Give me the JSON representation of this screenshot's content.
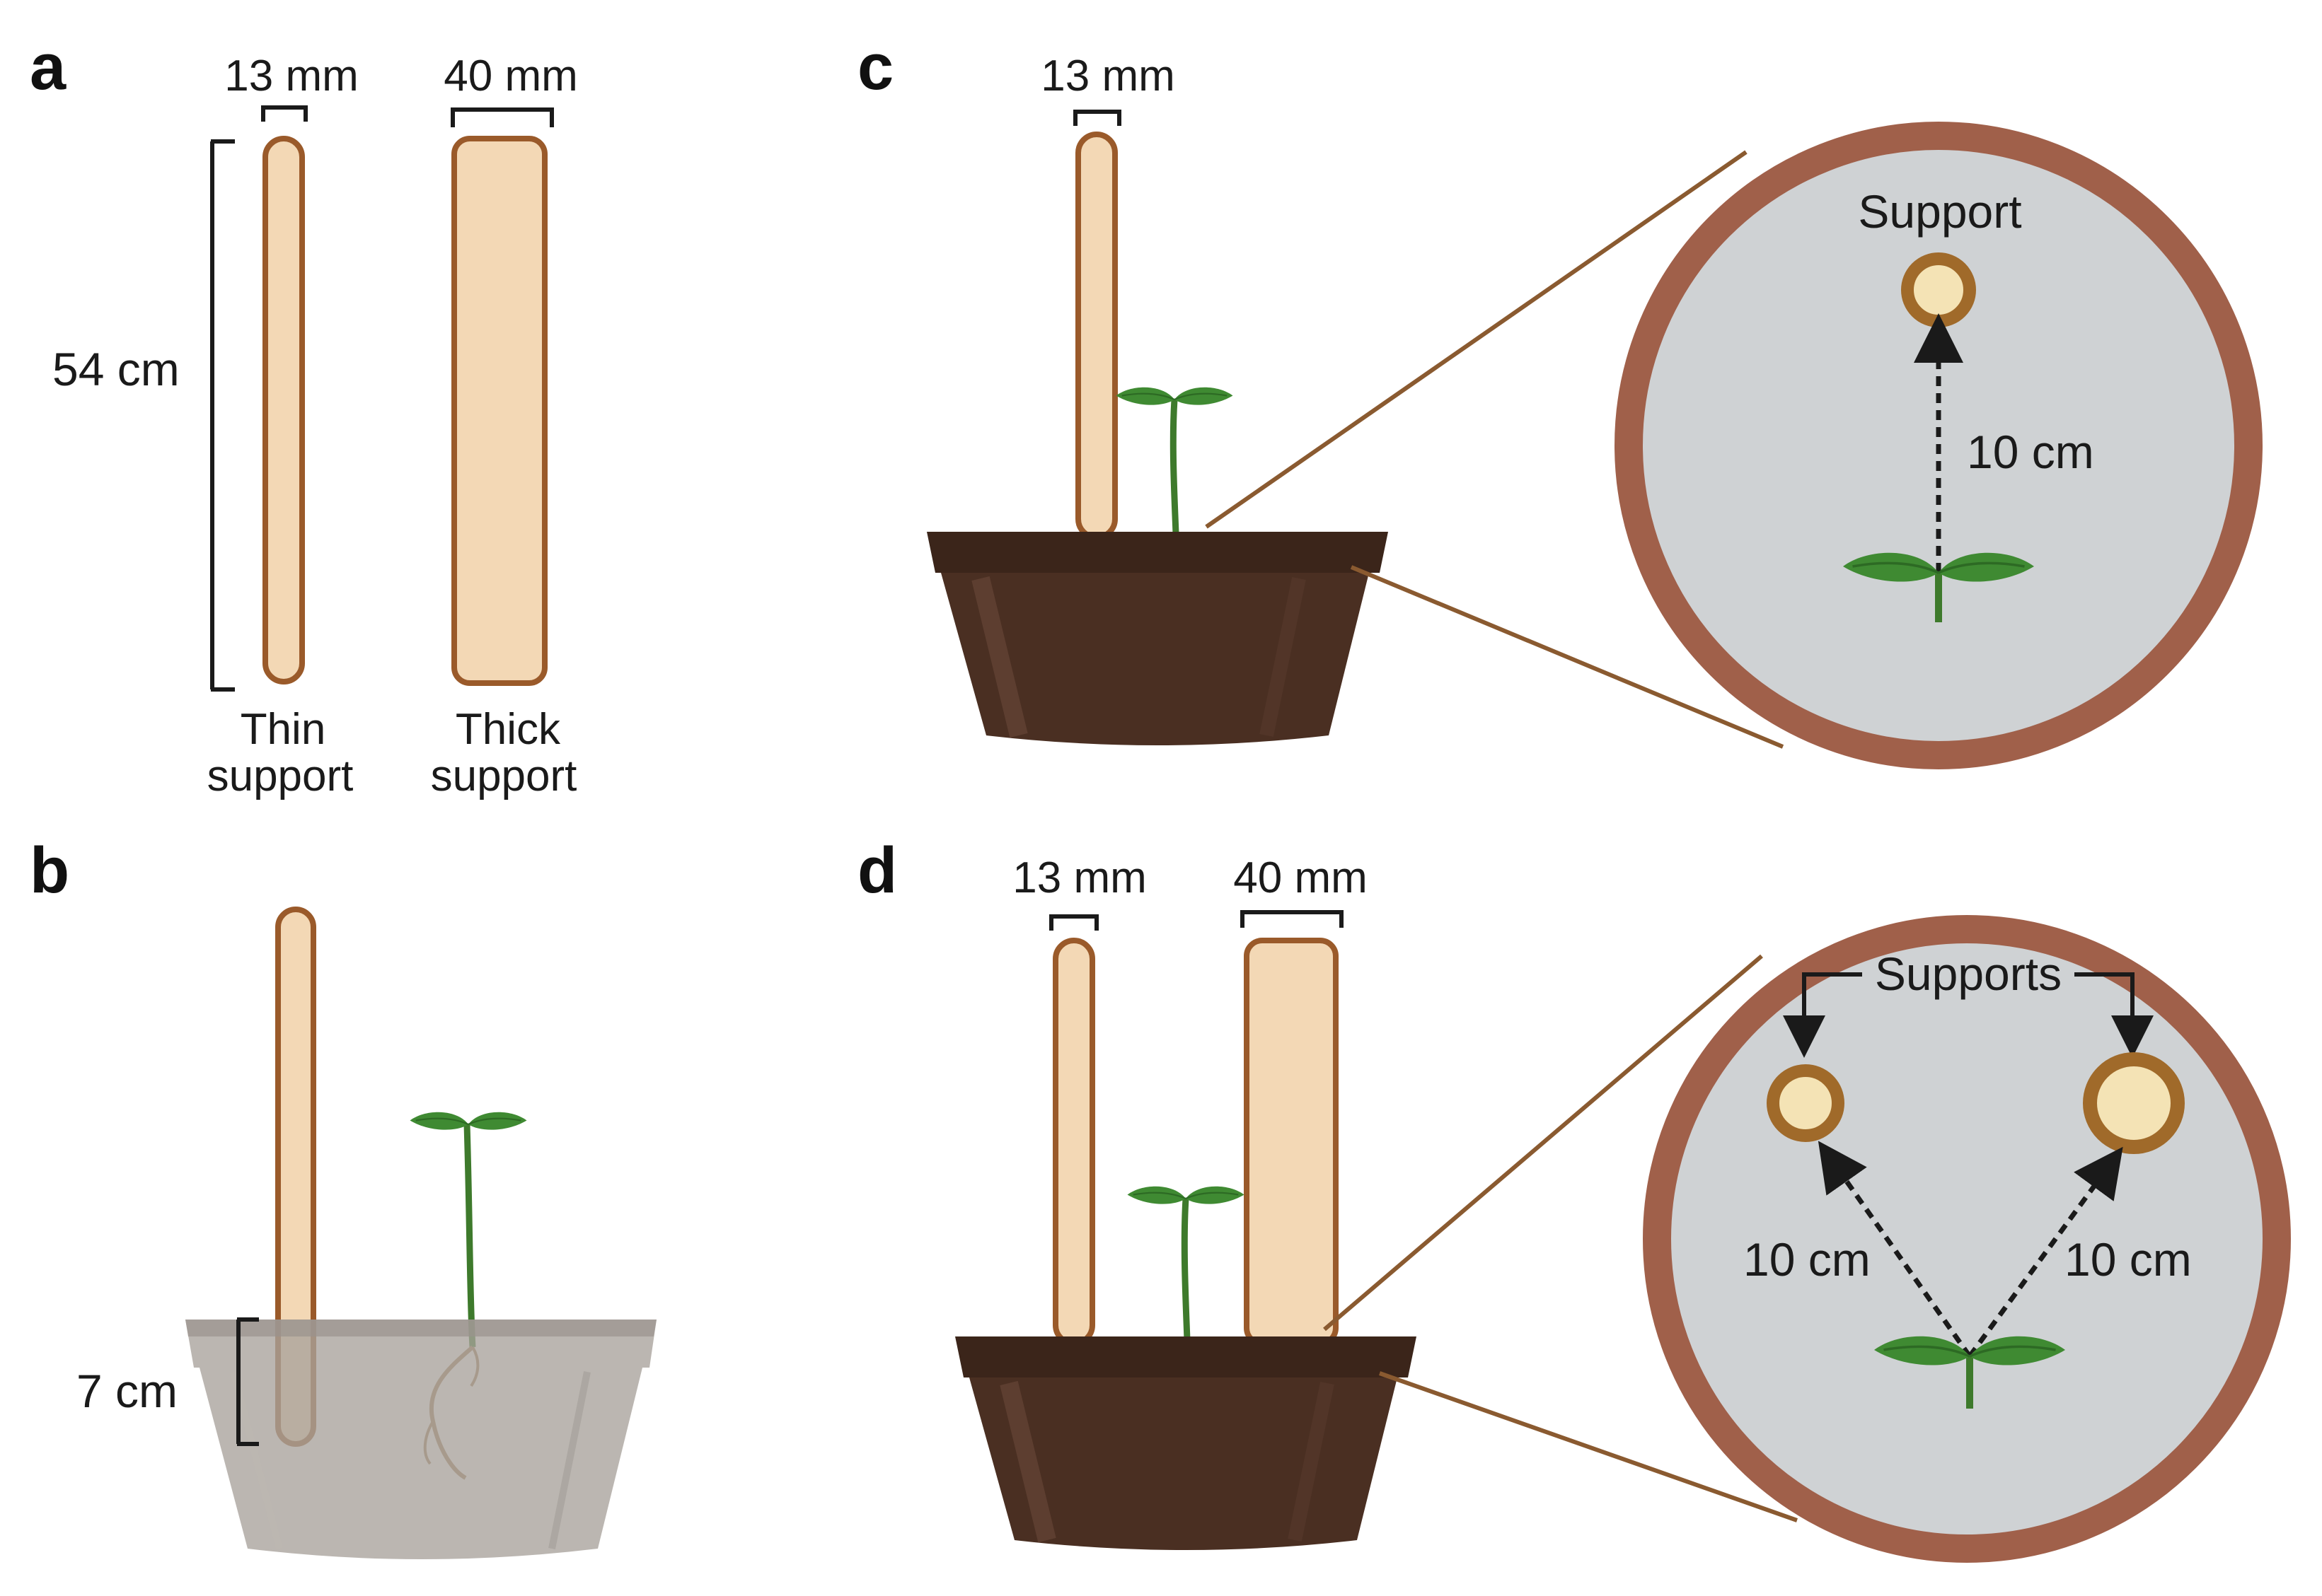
{
  "panels": {
    "a": {
      "letter": "a",
      "thin_width": "13 mm",
      "thick_width": "40 mm",
      "height": "54 cm",
      "thin_caption_1": "Thin",
      "thin_caption_2": "support",
      "thick_caption_1": "Thick",
      "thick_caption_2": "support"
    },
    "b": {
      "letter": "b",
      "depth": "7 cm"
    },
    "c": {
      "letter": "c",
      "support_width": "13 mm",
      "inset_label": "Support",
      "distance": "10 cm"
    },
    "d": {
      "letter": "d",
      "thin_width": "13 mm",
      "thick_width": "40 mm",
      "inset_label": "Supports",
      "distance_left": "10 cm",
      "distance_right": "10 cm"
    }
  },
  "colors": {
    "stick_fill": "#f3d8b5",
    "stick_stroke": "#9a5a2a",
    "pot_dark": "#4a2f22",
    "pot_rim": "#3b251a",
    "pot_transparent": "#a8a19b",
    "inset_ring": "#a0604a",
    "inset_bg": "#cfd2d4",
    "leaf": "#3f8a32",
    "stem": "#3e7a2c",
    "zoom_line": "#8a5a30"
  }
}
